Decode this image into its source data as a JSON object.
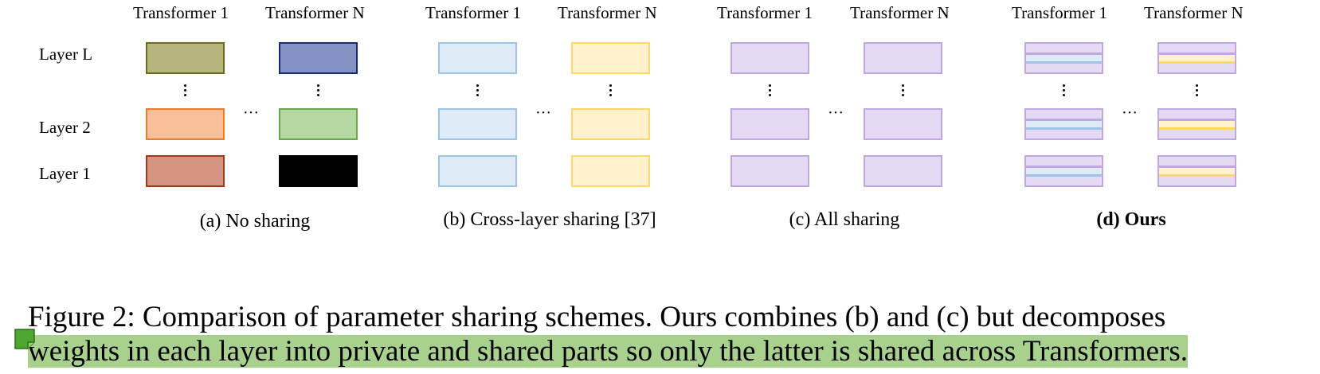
{
  "figure": {
    "column_header_left": "Transformer 1",
    "column_header_right": "Transformer N",
    "row_labels": [
      "Layer L",
      "Layer 2",
      "Layer 1"
    ],
    "panels": [
      {
        "label": "(a) No sharing",
        "bold": false
      },
      {
        "label": "(b) Cross-layer sharing [37]",
        "bold": false
      },
      {
        "label": "(c) All sharing",
        "bold": false
      },
      {
        "label": "(d) Ours",
        "bold": true
      }
    ],
    "ellipsis": "···",
    "colors": {
      "a_layerL_t1": "#b7b57e",
      "a_layerL_t1_border": "#6e6a1d",
      "a_layerL_tN": "#8391c3",
      "a_layerL_tN_border": "#1a2a75",
      "a_layer2_t1": "#f6bf98",
      "a_layer2_t1_border": "#ee7d31",
      "a_layer2_tN": "#b6d8a2",
      "a_layer2_tN_border": "#6aaa4a",
      "a_layer1_t1": "#d59482",
      "a_layer1_t1_border": "#a33a1c",
      "a_layer1_tN": "#000000",
      "b_t1_fill": "#deebf7",
      "b_t1_border": "#9dc3e6",
      "b_tN_fill": "#fff2cc",
      "b_tN_border": "#ffd966",
      "c_fill": "#e4daf4",
      "c_border": "#c1a8e2",
      "highlight": "#a9d18e",
      "annotation_icon": "#4ea72e"
    }
  },
  "caption": {
    "line1": "Figure 2: Comparison of parameter sharing schemes. Ours combines (b) and (c) but decomposes",
    "line2": "weights in each layer into private and shared parts so only the latter is shared across Transformers."
  },
  "annotation": {
    "icon": "sticky-note-icon"
  }
}
